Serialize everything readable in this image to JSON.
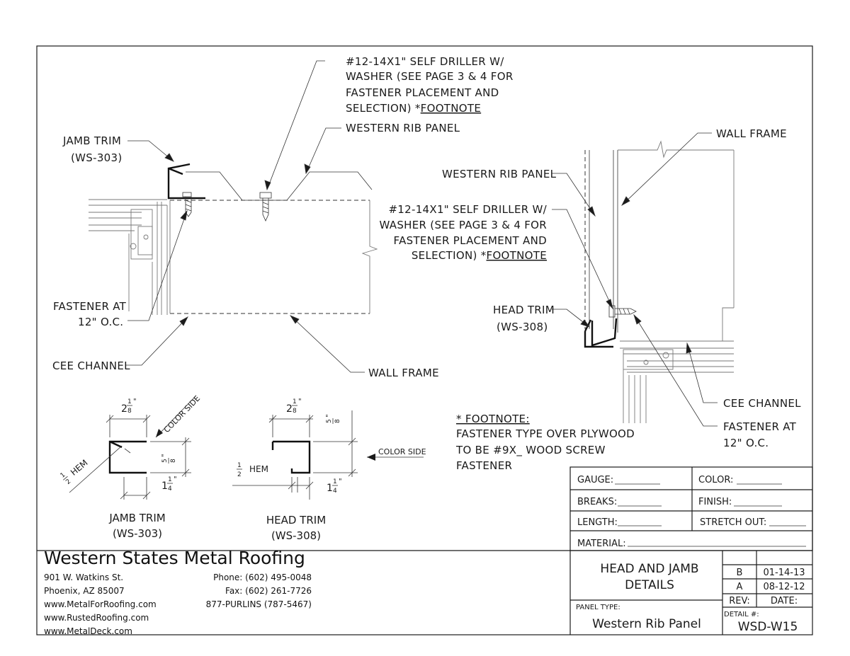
{
  "callouts": {
    "top_fastener": [
      "#12-14X1\" SELF DRILLER W/",
      "WASHER (SEE PAGE 3 & 4 FOR",
      "FASTENER PLACEMENT AND",
      "SELECTION) *"
    ],
    "top_fastener_footnote": "FOOTNOTE",
    "western_rib_panel_left": "WESTERN RIB PANEL",
    "jamb_trim_left": [
      "JAMB TRIM",
      "(WS-303)"
    ],
    "fastener_at_left": [
      "FASTENER AT",
      "12\" O.C."
    ],
    "cee_channel_left": "CEE CHANNEL",
    "wall_frame_left": "WALL FRAME",
    "wall_frame_right": "WALL FRAME",
    "western_rib_panel_right": "WESTERN RIB PANEL",
    "right_fastener": [
      "#12-14X1\" SELF DRILLER W/",
      "WASHER (SEE PAGE 3 & 4 FOR",
      "FASTENER PLACEMENT AND",
      "SELECTION) *"
    ],
    "right_fastener_footnote": "FOOTNOTE",
    "head_trim_right": [
      "HEAD TRIM",
      "(WS-308)"
    ],
    "cee_channel_right": "CEE CHANNEL",
    "fastener_at_right": [
      "FASTENER AT",
      "12\" O.C."
    ]
  },
  "footnote": {
    "title": "* FOOTNOTE:",
    "lines": [
      "FASTENER TYPE OVER PLYWOOD",
      "TO BE #9X_ WOOD SCREW",
      "FASTENER"
    ]
  },
  "profiles": {
    "jamb": {
      "title": "JAMB TRIM",
      "code": "(WS-303)",
      "width_whole": "2",
      "width_frac_num": "1",
      "width_frac_den": "8",
      "height_frac_num": "5",
      "height_frac_den": "8",
      "leg_whole": "1",
      "leg_frac_num": "1",
      "leg_frac_den": "4",
      "hem_num": "1",
      "hem_den": "2",
      "hem_label": "HEM",
      "color_side": "COLOR SIDE"
    },
    "head": {
      "title": "HEAD TRIM",
      "code": "(WS-308)",
      "width_whole": "2",
      "width_frac_num": "1",
      "width_frac_den": "8",
      "height_frac_num": "5",
      "height_frac_den": "8",
      "leg_whole": "1",
      "leg_frac_num": "1",
      "leg_frac_den": "4",
      "hem_num": "1",
      "hem_den": "2",
      "hem_label": "HEM",
      "color_side": "COLOR SIDE"
    }
  },
  "spec_fields": {
    "gauge": "GAUGE:",
    "color": "COLOR:",
    "breaks": "BREAKS:",
    "finish": "FINISH:",
    "length": "LENGTH:",
    "stretch_out": "STRETCH OUT:",
    "material": "MATERIAL:"
  },
  "company": {
    "name": "Western States Metal Roofing",
    "address_lines": [
      "901 W. Watkins St.",
      "Phoenix, AZ 85007",
      "www.MetalForRoofing.com",
      "www.RustedRoofing.com",
      "www.MetalDeck.com"
    ],
    "phone_lines": [
      "Phone: (602) 495-0048",
      "Fax: (602) 261-7726",
      "877-PURLINS (787-5467)"
    ]
  },
  "title_block": {
    "drawing_title": [
      "HEAD AND JAMB",
      "DETAILS"
    ],
    "panel_type_label": "PANEL TYPE:",
    "panel_type_value": "Western Rib Panel",
    "revisions": [
      {
        "rev": "B",
        "date": "01-14-13"
      },
      {
        "rev": "A",
        "date": "08-12-12"
      }
    ],
    "rev_header": "REV:",
    "date_header": "DATE:",
    "detail_label": "DETAIL #:",
    "detail_value": "WSD-W15"
  }
}
